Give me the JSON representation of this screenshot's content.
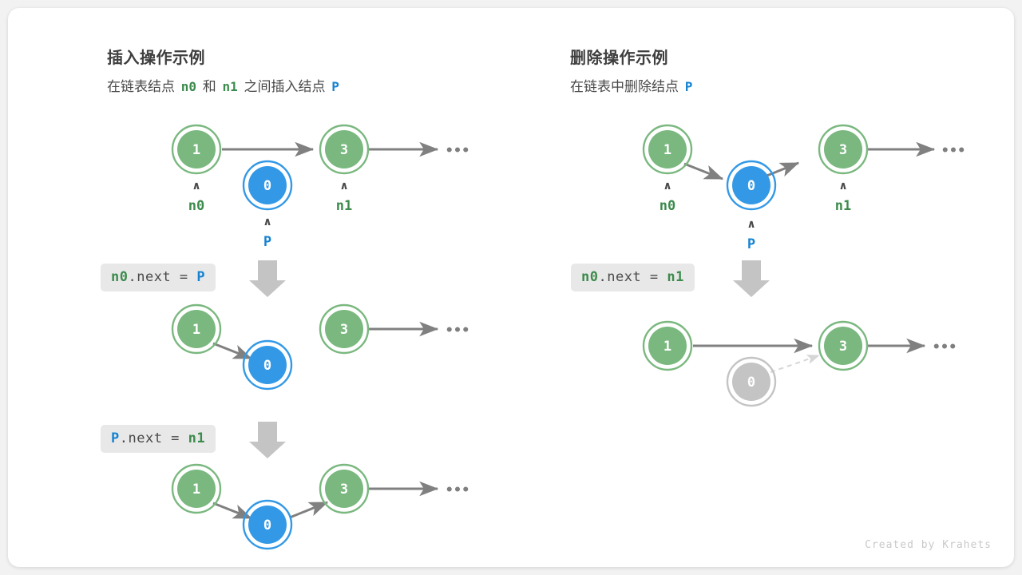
{
  "colors": {
    "green_fill": "#7ab87f",
    "green_ring": "#7ab87f",
    "blue_fill": "#3399e6",
    "blue_ring": "#3399e6",
    "gray_fill": "#c4c4c4",
    "gray_ring": "#c4c4c4",
    "arrow": "#808080",
    "label_green": "#3c8b4c",
    "label_blue": "#1783d0",
    "chip_bg": "#e8e8e8",
    "canvas": "#ffffff",
    "page_bg": "#f2f2f2"
  },
  "left_panel": {
    "title": "插入操作示例",
    "subtitle": {
      "part1": "在链表结点",
      "n0": "n0",
      "part2": "和",
      "n1": "n1",
      "part3": "之间插入结点",
      "p": "P"
    },
    "steps": [
      {
        "code_label": {
          "full": "n0.next = P",
          "lhs": "n0",
          "mid": ".next = ",
          "rhs": "P"
        },
        "nodes": [
          {
            "value": "1",
            "color": "green",
            "label": "n0",
            "label_color": "green",
            "caret": "∧"
          },
          {
            "value": "0",
            "color": "blue",
            "label": "P",
            "label_color": "blue",
            "caret": "∧"
          },
          {
            "value": "3",
            "color": "green",
            "label": "n1",
            "label_color": "green",
            "caret": "∧"
          }
        ],
        "trailing_dots": "•••"
      },
      {
        "code_label": {
          "full": "P.next = n1",
          "lhs": "P",
          "mid": ".next = ",
          "rhs": "n1"
        },
        "nodes": [
          {
            "value": "1",
            "color": "green"
          },
          {
            "value": "0",
            "color": "blue"
          },
          {
            "value": "3",
            "color": "green"
          }
        ],
        "trailing_dots": "•••"
      },
      {
        "nodes": [
          {
            "value": "1",
            "color": "green"
          },
          {
            "value": "0",
            "color": "blue"
          },
          {
            "value": "3",
            "color": "green"
          }
        ],
        "trailing_dots": "•••"
      }
    ]
  },
  "right_panel": {
    "title": "删除操作示例",
    "subtitle": {
      "part1": "在链表中删除结点",
      "p": "P"
    },
    "steps": [
      {
        "code_label": {
          "full": "n0.next = n1",
          "lhs": "n0",
          "mid": ".next = ",
          "rhs": "n1"
        },
        "nodes": [
          {
            "value": "1",
            "color": "green",
            "label": "n0",
            "label_color": "green",
            "caret": "∧"
          },
          {
            "value": "0",
            "color": "blue",
            "label": "P",
            "label_color": "blue",
            "caret": "∧"
          },
          {
            "value": "3",
            "color": "green",
            "label": "n1",
            "label_color": "green",
            "caret": "∧"
          }
        ],
        "trailing_dots": "•••"
      },
      {
        "nodes": [
          {
            "value": "1",
            "color": "green"
          },
          {
            "value": "0",
            "color": "gray"
          },
          {
            "value": "3",
            "color": "green"
          }
        ],
        "trailing_dots": "•••"
      }
    ]
  },
  "credit": "Created by Krahets"
}
